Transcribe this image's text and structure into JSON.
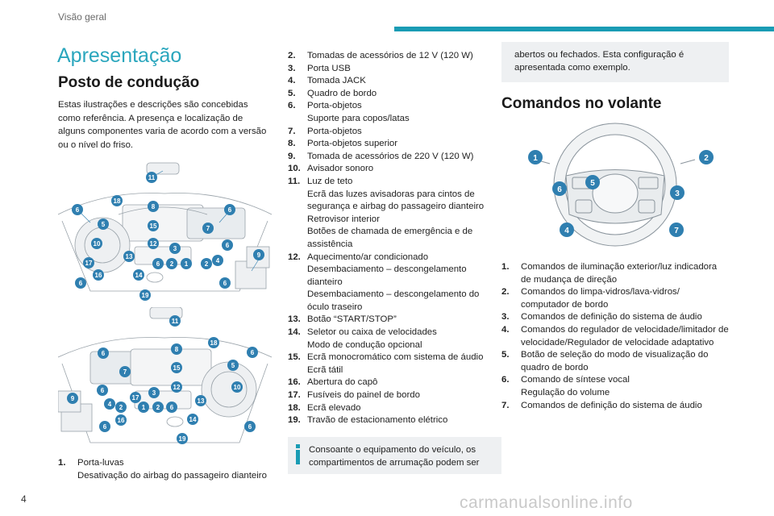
{
  "header": {
    "section": "Visão geral"
  },
  "page_title": "Apresentação",
  "posto": {
    "heading": "Posto de condução",
    "intro": "Estas ilustrações e descrições são concebidas como referência. A presença e localização de alguns componentes varia de acordo com a versão ou o nível do friso."
  },
  "dash_callouts_top": [
    "11",
    "18",
    "8",
    "6",
    "6",
    "5",
    "15",
    "7",
    "10",
    "12",
    "3",
    "6",
    "9",
    "13",
    "6",
    "2",
    "1",
    "2",
    "4",
    "17",
    "16",
    "14",
    "6",
    "6",
    "19"
  ],
  "dash_callouts_bottom": [
    "11",
    "18",
    "8",
    "6",
    "6",
    "5",
    "15",
    "7",
    "10",
    "12",
    "3",
    "6",
    "9",
    "13",
    "6",
    "2",
    "1",
    "2",
    "4",
    "17",
    "16",
    "14",
    "6",
    "6",
    "19"
  ],
  "dash_items": [
    {
      "num": "1.",
      "lines": [
        "Porta-luvas",
        "Desativação do airbag do passageiro dianteiro"
      ]
    },
    {
      "num": "2.",
      "lines": [
        "Tomadas de acessórios de 12 V (120 W)"
      ]
    },
    {
      "num": "3.",
      "lines": [
        "Porta USB"
      ]
    },
    {
      "num": "4.",
      "lines": [
        "Tomada JACK"
      ]
    },
    {
      "num": "5.",
      "lines": [
        "Quadro de bordo"
      ]
    },
    {
      "num": "6.",
      "lines": [
        "Porta-objetos",
        "Suporte para copos/latas"
      ]
    },
    {
      "num": "7.",
      "lines": [
        "Porta-objetos"
      ]
    },
    {
      "num": "8.",
      "lines": [
        "Porta-objetos superior"
      ]
    },
    {
      "num": "9.",
      "lines": [
        "Tomada de acessórios de 220 V (120 W)"
      ]
    },
    {
      "num": "10.",
      "lines": [
        "Avisador sonoro"
      ]
    },
    {
      "num": "11.",
      "lines": [
        "Luz de teto",
        "Ecrã das luzes avisadoras para cintos de segurança e airbag do passageiro dianteiro",
        "Retrovisor interior",
        "Botões de chamada de emergência e de assistência"
      ]
    },
    {
      "num": "12.",
      "lines": [
        "Aquecimento/ar condicionado",
        "Desembaciamento – descongelamento dianteiro",
        "Desembaciamento – descongelamento do óculo traseiro"
      ]
    },
    {
      "num": "13.",
      "lines": [
        "Botão “START/STOP”"
      ]
    },
    {
      "num": "14.",
      "lines": [
        "Seletor ou caixa de velocidades",
        "Modo de condução opcional"
      ]
    },
    {
      "num": "15.",
      "lines": [
        "Ecrã monocromático com sistema de áudio",
        "Ecrã tátil"
      ]
    },
    {
      "num": "16.",
      "lines": [
        "Abertura do capô"
      ]
    },
    {
      "num": "17.",
      "lines": [
        "Fusíveis do painel de bordo"
      ]
    },
    {
      "num": "18.",
      "lines": [
        "Ecrã elevado"
      ]
    },
    {
      "num": "19.",
      "lines": [
        "Travão de estacionamento elétrico"
      ]
    }
  ],
  "info_note": "Consoante o equipamento do veículo, os compartimentos de arrumação podem ser abertos ou fechados. Esta configuração é apresentada como exemplo.",
  "info_note_part1": "Consoante o equipamento do veículo, os compartimentos de arrumação podem ser",
  "info_note_part2": "abertos ou fechados. Esta configuração é apresentada como exemplo.",
  "volante": {
    "heading": "Comandos no volante",
    "callouts": [
      "1",
      "2",
      "5",
      "6",
      "3",
      "4",
      "7"
    ],
    "items": [
      {
        "num": "1.",
        "lines": [
          "Comandos de iluminação exterior/luz indicadora de mudança de direção"
        ]
      },
      {
        "num": "2.",
        "lines": [
          "Comandos do limpa-vidros/lava-vidros/ computador de bordo"
        ]
      },
      {
        "num": "3.",
        "lines": [
          "Comandos de definição do sistema de áudio"
        ]
      },
      {
        "num": "4.",
        "lines": [
          "Comandos do regulador de velocidade/limitador de velocidade/Regulador de velocidade adaptativo"
        ]
      },
      {
        "num": "5.",
        "lines": [
          "Botão de seleção do modo de visualização do quadro de bordo"
        ]
      },
      {
        "num": "6.",
        "lines": [
          "Comando de síntese vocal",
          "Regulação do volume"
        ]
      },
      {
        "num": "7.",
        "lines": [
          "Comandos de definição do sistema de áudio"
        ]
      }
    ]
  },
  "footer": {
    "page_number": "4",
    "watermark": "carmanualsonline.info"
  },
  "colors": {
    "accent": "#1a9cb4",
    "callout": "#2f7fb0",
    "title": "#2aa6bd"
  }
}
